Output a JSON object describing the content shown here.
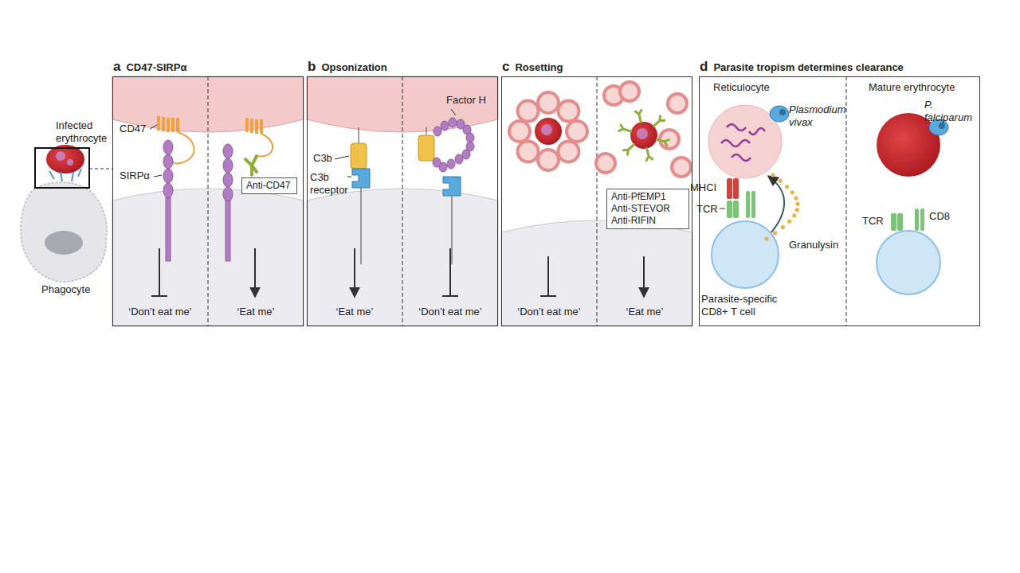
{
  "diagram": {
    "nodes": [
      {
        "text": [
          "a",
          "CD47-SIRPα"
        ]
      },
      {
        "text": [
          "Anti-CD47"
        ],
        "in": 0
      },
      {
        "text": [
          "b",
          "Opsonization"
        ]
      },
      {
        "text": [
          "c",
          "Rosetting"
        ]
      },
      {
        "text": [
          "Anti-PfEMP1 Anti-STEVOR Anti-RIFIN"
        ],
        "in": 3
      },
      {
        "text": [
          "d",
          "Parasite tropism determines clearance"
        ]
      }
    ],
    "labels": [
      "Infected erythrocyte",
      "Phagocyte",
      "CD47",
      "SIRPα",
      "‘Don’t eat me’",
      "‘Eat me’",
      "C3b",
      "C3b receptor",
      "Factor H",
      "‘Eat me’",
      "‘Don’t eat me’",
      "‘Don’t eat me’",
      "‘Eat me’",
      "Reticulocyte",
      "Plasmodium vivax",
      "MHCI",
      "TCR",
      "Granulysin",
      "Parasite-specific CD8+ T cell",
      "Mature erythrocyte",
      "P. falciparum",
      "TCR",
      "CD8"
    ]
  }
}
